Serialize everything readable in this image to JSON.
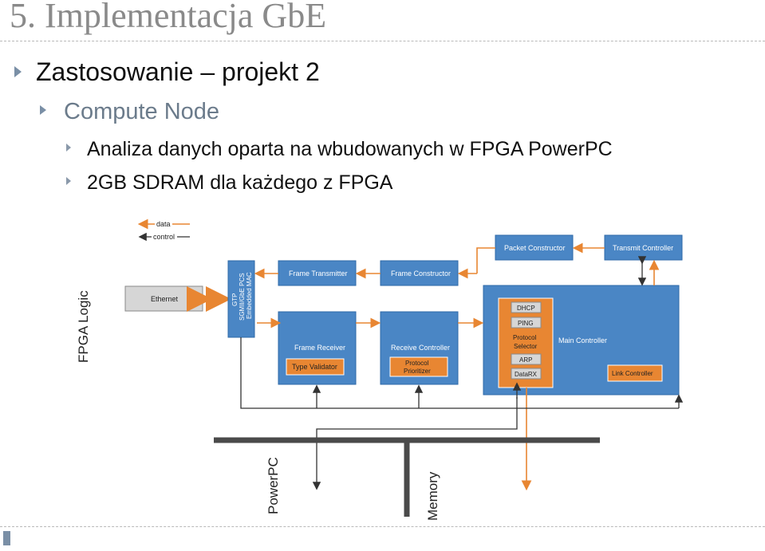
{
  "title": "5. Implementacja GbE",
  "bullets": {
    "l1": "Zastosowanie – projekt 2",
    "l2": "Compute Node",
    "l3a": "Analiza danych oparta na wbudowanych w FPGA PowerPC",
    "l3b": "2GB SDRAM dla każdego z FPGA"
  },
  "diagram": {
    "legend_data": "data",
    "legend_control": "control",
    "fpga_logic": "FPGA Logic",
    "ethernet": "Ethernet",
    "phy": [
      "GTP",
      "SGMII/GbE PCS",
      "Embedded MAC"
    ],
    "frame_transmitter": "Frame Transmitter",
    "frame_constructor": "Frame Constructor",
    "packet_constructor": "Packet Constructor",
    "transmit_controller": "Transmit Controller",
    "frame_receiver": "Frame Receiver",
    "type_validator": "Type Validator",
    "receive_controller": "Receive Controller",
    "protocol_prioritizer": [
      "Protocol",
      "Prioritizer"
    ],
    "main_controller": "Main Controller",
    "dhcp": "DHCP",
    "ping": "PING",
    "protocol_selector": [
      "Protocol",
      "Selector"
    ],
    "arp": "ARP",
    "datarx": "DataRX",
    "link_controller": "Link Controller",
    "powerpc": "PowerPC",
    "memory": "Memory"
  },
  "colors": {
    "block_blue": "#4a86c5",
    "accent_orange": "#e88632",
    "title_gray": "#8a8a8a"
  }
}
